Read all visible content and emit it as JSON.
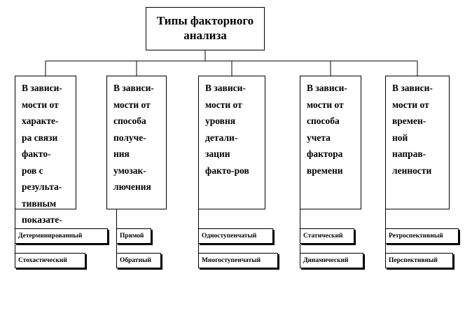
{
  "diagram": {
    "root": {
      "label": "Типы факторного\nанализа"
    },
    "categories": [
      {
        "label": "В зависи-\nмости от\nхаракте-\nра связи\nфакто-\nров с\nрезульта-\nтивным\nпоказате-\nлем",
        "children": [
          "Детерминированный",
          "Стохастический"
        ]
      },
      {
        "label": "В зависи-\nмости от\nспособа\nполуче-\nния\nумозак-\nлючения",
        "children": [
          "Прямой",
          "Обратный"
        ]
      },
      {
        "label": "В зависи-\nмости от\nуровня\nдетали-\nзации\nфакто-ров",
        "children": [
          "Одноступенчатый",
          "Многоступенчатый"
        ]
      },
      {
        "label": "В зависи-\nмости от\nспособа\nучета\nфактора\nвремени",
        "children": [
          "Статический",
          "Динамический"
        ]
      },
      {
        "label": "В зависи-\nмости от\nвремен-\nной\nнаправ-\nленности",
        "children": [
          "Ретроспективный",
          "Перспективный"
        ]
      }
    ]
  }
}
